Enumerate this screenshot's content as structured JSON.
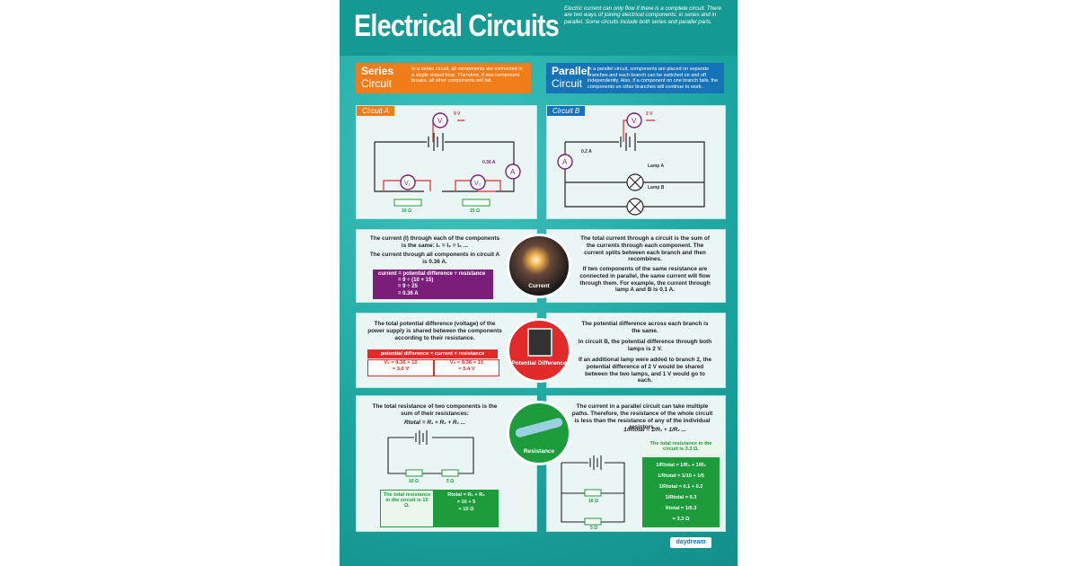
{
  "poster": {
    "title": "Electrical Circuits",
    "intro": "Electric current can only flow if there is a complete circuit. There are two ways of joining electrical components: in series and in parallel. Some circuits include both series and parallel parts."
  },
  "series": {
    "tag_line1": "Series",
    "tag_line2": "Circuit",
    "desc": "In a series circuit, all components are connected in a single closed loop. Therefore, if one component breaks, all other components will fail.",
    "circuit_label": "Circuit A",
    "voltage": "9 V",
    "ammeter_reading": "0.36 A",
    "resistor1": "10 Ω",
    "resistor2": "15 Ω",
    "current_text1": "The current (I) through each of the components is the same: I₁ = I₂ = I₃ ...",
    "current_text2": "The current through all components in circuit A is 0.36 A.",
    "current_formula": [
      "current = potential difference ÷ resistance",
      "= 9 ÷ (10 + 15)",
      "= 9 ÷ 25",
      "= 0.36 A"
    ],
    "pd_text": "The total potential difference (voltage) of the power supply is shared between the components according to their resistance.",
    "pd_formula": "potential difference = current × resistance",
    "pd_v1": [
      "V₁ = 0.36 × 10",
      "= 3.6 V"
    ],
    "pd_v2": [
      "V₂ = 0.36 × 15",
      "= 5.4 V"
    ],
    "res_text": "The total resistance of two components is the sum of their resistances:",
    "res_formula": "Rtotal = R₁ + R₂ + R₃ ...",
    "res_r1": "10 Ω",
    "res_r2": "5 Ω",
    "res_box_left": "The total resistance in the circuit is 15 Ω.",
    "res_box_right": [
      "Rtotal = R₁ + R₂",
      "= 10 + 5",
      "= 15 Ω"
    ]
  },
  "parallel": {
    "tag_line1": "Parallel",
    "tag_line2": "Circuit",
    "desc": "In a parallel circuit, components are placed on separate branches and each branch can be switched on and off independently. Also, if a component on one branch fails, the components on other branches will continue to work.",
    "circuit_label": "Circuit B",
    "voltage": "2 V",
    "ammeter_reading": "0.2 A",
    "lamp_a": "Lamp A",
    "lamp_b": "Lamp B",
    "current_text": "The total current through a circuit is the sum of the currents through each component. The current splits between each branch and then recombines.",
    "current_text2": "If two components of the same resistance are connected in parallel, the same current will flow through them. For example, the current through lamp A and B is 0.1 A.",
    "pd_text1": "The potential difference across each branch is the same.",
    "pd_text2": "In circuit B, the potential difference through both lamps is 2 V.",
    "pd_text3": "If an additional lamp were added to branch 2, the potential difference of 2 V would be shared between the two lamps, and 1 V would go to each.",
    "res_text": "The current in a parallel circuit can take multiple paths. Therefore, the resistance of the whole circuit is less than the resistance of any of the individual resistors.",
    "res_formula": "1/Rtotal = 1/R₁ + 1/R₂ ...",
    "res_r1": "10 Ω",
    "res_r2": "5 Ω",
    "green_title": "The total resistance in the circuit is 3.3 Ω.",
    "green_lines": [
      "1/Rtotal = 1/R₁ + 1/R₂",
      "1/Rtotal = 1/10 + 1/5",
      "1/Rtotal = 0.1 + 0.2",
      "1/Rtotal = 0.3",
      "Rtotal = 1/0.3",
      "= 3.3 Ω"
    ]
  },
  "circles": {
    "current": "Current",
    "pd": "Potential Difference",
    "resistance": "Resistance"
  },
  "brand": "daydream",
  "colors": {
    "series_orange": "#f07d1a",
    "parallel_blue": "#1673b8",
    "formula_purple": "#7b1e7a",
    "pd_red": "#e22a2a",
    "res_green": "#1c9c3a",
    "poster_teal": "#1aa9a3"
  }
}
